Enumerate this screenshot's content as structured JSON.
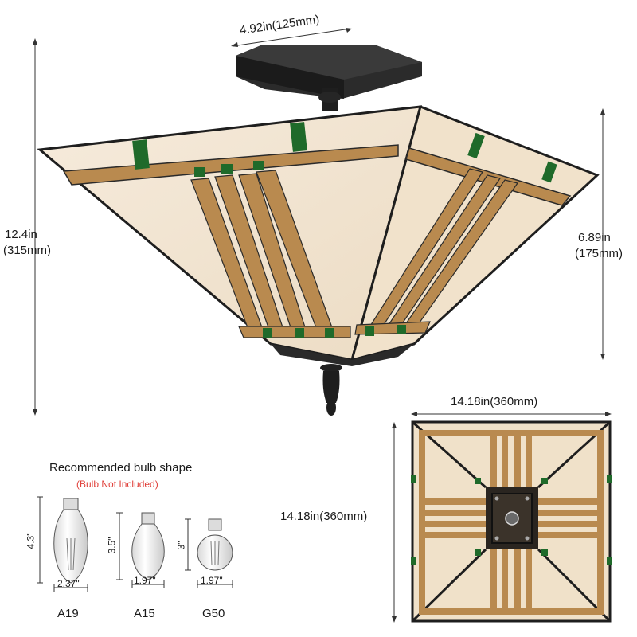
{
  "dimensions": {
    "canopy_width": "4.92in(125mm)",
    "total_height_in": "12.4in",
    "total_height_mm": "(315mm)",
    "shade_height_in": "6.89in",
    "shade_height_mm": "(175mm)",
    "shade_width_top": "14.18in(360mm)",
    "shade_width_side": "14.18in(360mm)"
  },
  "bulbs": {
    "title": "Recommended bulb shape",
    "note": "(Bulb Not Included)",
    "items": [
      {
        "name": "A19",
        "height": "4.3\"",
        "width": "2.37\""
      },
      {
        "name": "A15",
        "height": "3.5\"",
        "width": "1.97\""
      },
      {
        "name": "G50",
        "height": "3\"",
        "width": "1.97\""
      }
    ]
  },
  "colors": {
    "glass_cream": "#f3e6d2",
    "glass_amber": "#b98a4f",
    "glass_green": "#1f6a2a",
    "metal": "#1e1e1e",
    "note_red": "#e0403a"
  }
}
